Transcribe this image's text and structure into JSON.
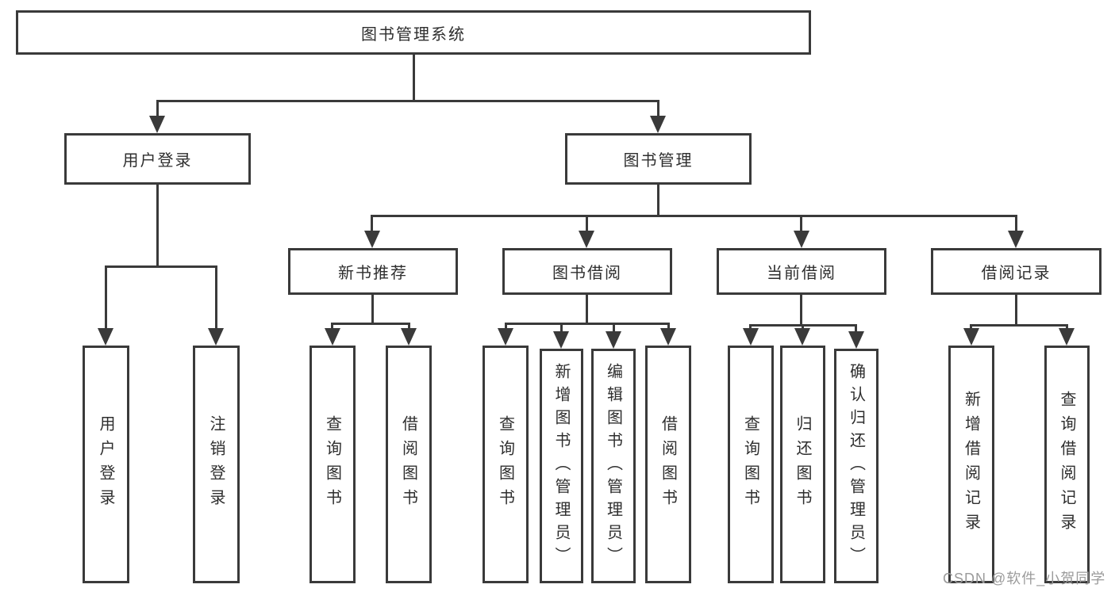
{
  "nodes": {
    "root": "图书管理系统",
    "user_login": "用户登录",
    "book_mgmt": "图书管理",
    "new_books": "新书推荐",
    "book_borrow": "图书借阅",
    "current_borrow": "当前借阅",
    "borrow_records": "借阅记录",
    "ul_login": "用户登录",
    "ul_logout": "注销登录",
    "nb_query": "查询图书",
    "nb_borrow": "借阅图书",
    "bb_query": "查询图书",
    "bb_add": "新增图书（管理员）",
    "bb_edit": "编辑图书（管理员）",
    "bb_borrow": "借阅图书",
    "cb_query": "查询图书",
    "cb_return": "归还图书",
    "cb_confirm": "确认归还（管理员）",
    "br_add": "新增借阅记录",
    "br_query": "查询借阅记录"
  },
  "watermark": "CSDN @软件_小贺同学"
}
